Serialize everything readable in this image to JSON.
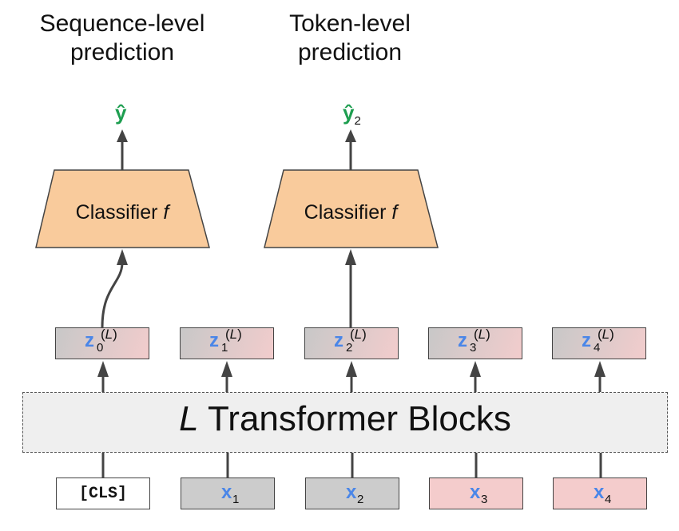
{
  "titles": {
    "sequence": [
      "Sequence-level",
      "prediction"
    ],
    "token": [
      "Token-level",
      "prediction"
    ]
  },
  "outputs": {
    "sequence": {
      "symbol": "ŷ",
      "subscript": ""
    },
    "token": {
      "symbol": "ŷ",
      "subscript": "2"
    }
  },
  "classifiers": [
    {
      "label": "Classifier ",
      "fn": "f"
    },
    {
      "label": "Classifier ",
      "fn": "f"
    }
  ],
  "hidden_states": [
    {
      "symbol": "z",
      "subscript": "0",
      "superscript": "L"
    },
    {
      "symbol": "z",
      "subscript": "1",
      "superscript": "L"
    },
    {
      "symbol": "z",
      "subscript": "2",
      "superscript": "L"
    },
    {
      "symbol": "z",
      "subscript": "3",
      "superscript": "L"
    },
    {
      "symbol": "z",
      "subscript": "4",
      "superscript": "L"
    }
  ],
  "transformer": {
    "var": "L",
    "label": " Transformer Blocks"
  },
  "inputs": [
    {
      "label": "[CLS]",
      "type": "special",
      "color": "#ffffff"
    },
    {
      "symbol": "x",
      "subscript": "1",
      "color": "#cccccc"
    },
    {
      "symbol": "x",
      "subscript": "2",
      "color": "#cccccc"
    },
    {
      "symbol": "x",
      "subscript": "3",
      "color": "#f4cccc"
    },
    {
      "symbol": "x",
      "subscript": "4",
      "color": "#f4cccc"
    }
  ],
  "colors": {
    "classifier_fill": "#f9cb9c",
    "token_symbol": "#4a86e8",
    "output_symbol": "#1e9e50",
    "arrow": "#444444"
  }
}
